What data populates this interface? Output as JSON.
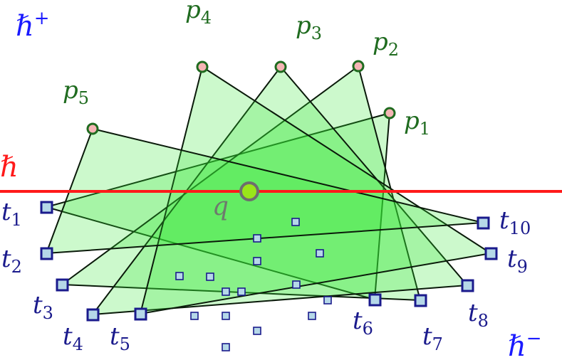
{
  "labels": {
    "h_plus": {
      "main": "ℏ",
      "sup": "+"
    },
    "h_minus": {
      "main": "ℏ",
      "sup": "−"
    },
    "h": "ℏ",
    "q": "q",
    "p": [
      {
        "main": "p",
        "sub": "1"
      },
      {
        "main": "p",
        "sub": "2"
      },
      {
        "main": "p",
        "sub": "3"
      },
      {
        "main": "p",
        "sub": "4"
      },
      {
        "main": "p",
        "sub": "5"
      }
    ],
    "t": [
      {
        "main": "t",
        "sub": "1"
      },
      {
        "main": "t",
        "sub": "2"
      },
      {
        "main": "t",
        "sub": "3"
      },
      {
        "main": "t",
        "sub": "4"
      },
      {
        "main": "t",
        "sub": "5"
      },
      {
        "main": "t",
        "sub": "6"
      },
      {
        "main": "t",
        "sub": "7"
      },
      {
        "main": "t",
        "sub": "8"
      },
      {
        "main": "t",
        "sub": "9"
      },
      {
        "main": "t",
        "sub": "10"
      }
    ]
  },
  "colors": {
    "line_h": "#ff1a1a",
    "triangle_fill": "#33e633",
    "triangle_stroke": "#0a1a0a",
    "p_fill": "#f5b5b5",
    "p_stroke": "#1f6b1f",
    "t_fill": "#b5d8e8",
    "t_stroke": "#1a1a8c",
    "q_fill": "#99e619",
    "q_stroke": "#6e6e6e"
  }
}
